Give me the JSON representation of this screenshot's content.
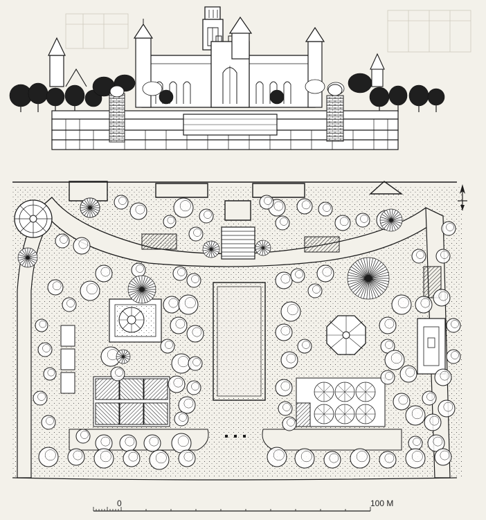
{
  "scale_bar": {
    "start_label": "0",
    "end_label": "100 M"
  },
  "north_arrow": {
    "icon": "north-arrow-icon"
  },
  "colors": {
    "paper": "#f3f1ea",
    "ink": "#1c1c1c",
    "tree_dark": "#222222"
  },
  "layers": [
    "elevation",
    "site-plan",
    "scale-bar"
  ]
}
